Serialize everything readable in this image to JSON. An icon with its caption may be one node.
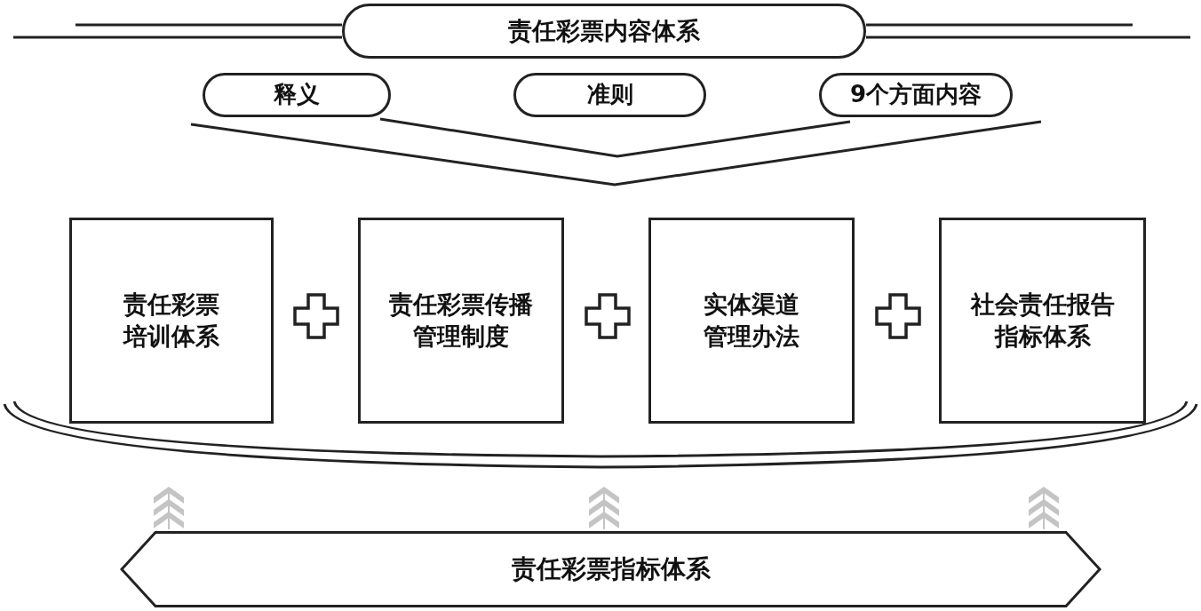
{
  "diagram": {
    "nodes": [
      {
        "text": [
          "责任彩票内容体系"
        ]
      },
      {
        "text": [
          "释义"
        ]
      },
      {
        "text": [
          "准则"
        ]
      },
      {
        "text": [
          "9个方面内容"
        ]
      },
      {
        "text": [
          "责任彩票培训体系"
        ]
      },
      {
        "text": [
          "责任彩票传播管理制度"
        ]
      },
      {
        "text": [
          "实体渠道管理办法"
        ]
      },
      {
        "text": [
          "社会责任报告指标体系"
        ]
      },
      {
        "text": [
          "责任彩票指标体系"
        ]
      }
    ],
    "edges": [
      {
        "from": 8,
        "to": null,
        "arrow": "to"
      },
      {
        "from": 8,
        "to": null,
        "arrow": "to"
      },
      {
        "from": 8,
        "to": null,
        "arrow": "to"
      }
    ]
  }
}
